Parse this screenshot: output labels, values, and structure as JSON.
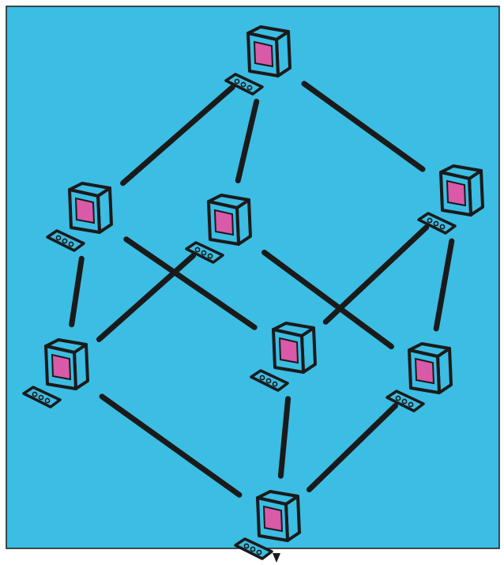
{
  "diagram": {
    "background_color": "#3cbde3",
    "screen_color": "#d95aa8",
    "line_color": "#1a1a1a",
    "node_icon": "computer-terminal-icon",
    "nodes": [
      {
        "id": "top"
      },
      {
        "id": "upper-left"
      },
      {
        "id": "upper-center"
      },
      {
        "id": "upper-right"
      },
      {
        "id": "lower-left"
      },
      {
        "id": "lower-center"
      },
      {
        "id": "lower-right"
      },
      {
        "id": "bottom"
      }
    ],
    "edges": [
      [
        "top",
        "upper-left"
      ],
      [
        "top",
        "upper-center"
      ],
      [
        "top",
        "upper-right"
      ],
      [
        "upper-left",
        "lower-left"
      ],
      [
        "upper-left",
        "lower-center"
      ],
      [
        "upper-center",
        "lower-left"
      ],
      [
        "upper-center",
        "lower-right"
      ],
      [
        "upper-right",
        "lower-center"
      ],
      [
        "upper-right",
        "lower-right"
      ],
      [
        "lower-left",
        "bottom"
      ],
      [
        "lower-center",
        "bottom"
      ],
      [
        "lower-right",
        "bottom"
      ]
    ]
  }
}
